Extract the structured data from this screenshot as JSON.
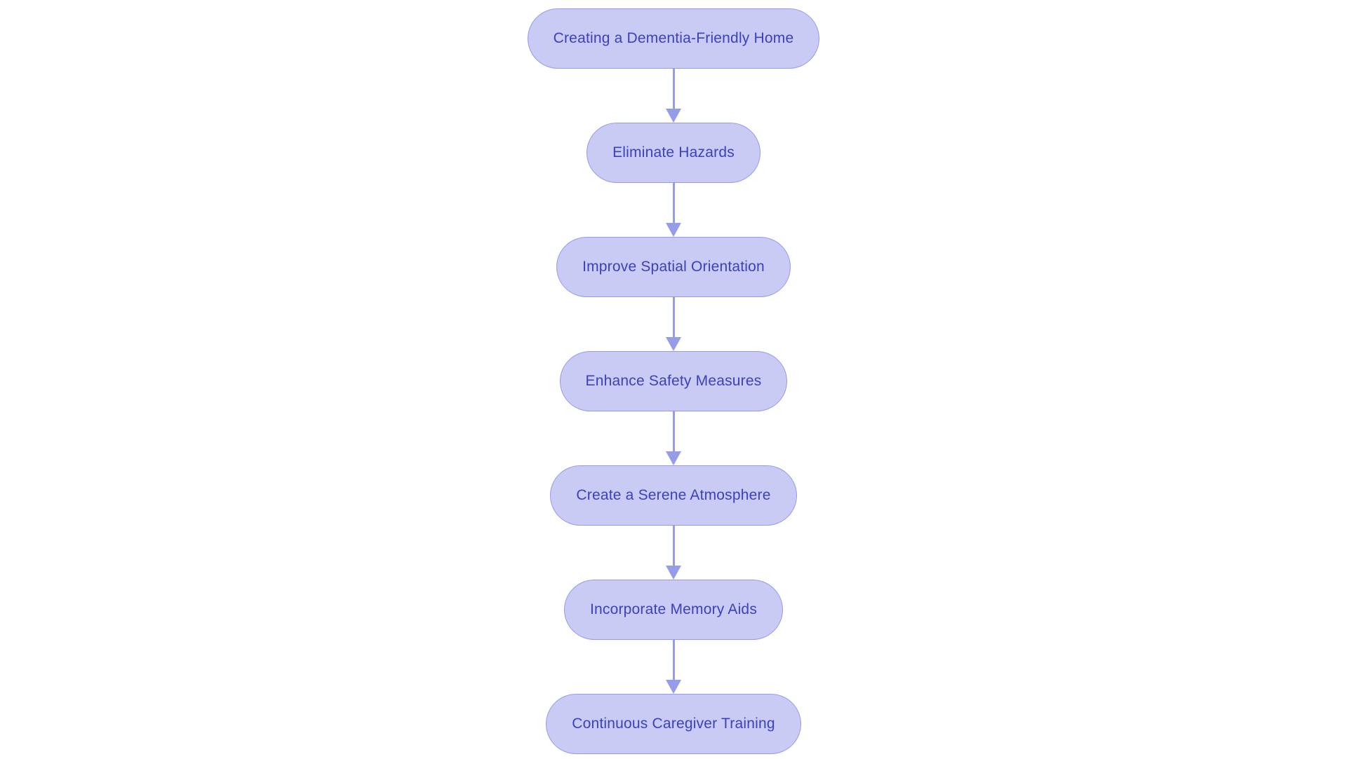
{
  "flowchart": {
    "type": "vertical-flowchart",
    "nodes": [
      {
        "id": 1,
        "label": "Creating a Dementia-Friendly Home"
      },
      {
        "id": 2,
        "label": "Eliminate Hazards"
      },
      {
        "id": 3,
        "label": "Improve Spatial Orientation"
      },
      {
        "id": 4,
        "label": "Enhance Safety Measures"
      },
      {
        "id": 5,
        "label": "Create a Serene Atmosphere"
      },
      {
        "id": 6,
        "label": "Incorporate Memory Aids"
      },
      {
        "id": 7,
        "label": "Continuous Caregiver Training"
      }
    ],
    "connections": [
      {
        "from": 1,
        "to": 2
      },
      {
        "from": 2,
        "to": 3
      },
      {
        "from": 3,
        "to": 4
      },
      {
        "from": 4,
        "to": 5
      },
      {
        "from": 5,
        "to": 6
      },
      {
        "from": 6,
        "to": 7
      }
    ],
    "colors": {
      "node_fill": "#c9cbf5",
      "node_border": "#939be8",
      "node_text": "#3b41bd",
      "arrow": "#959de9",
      "background": "#ffffff"
    }
  }
}
